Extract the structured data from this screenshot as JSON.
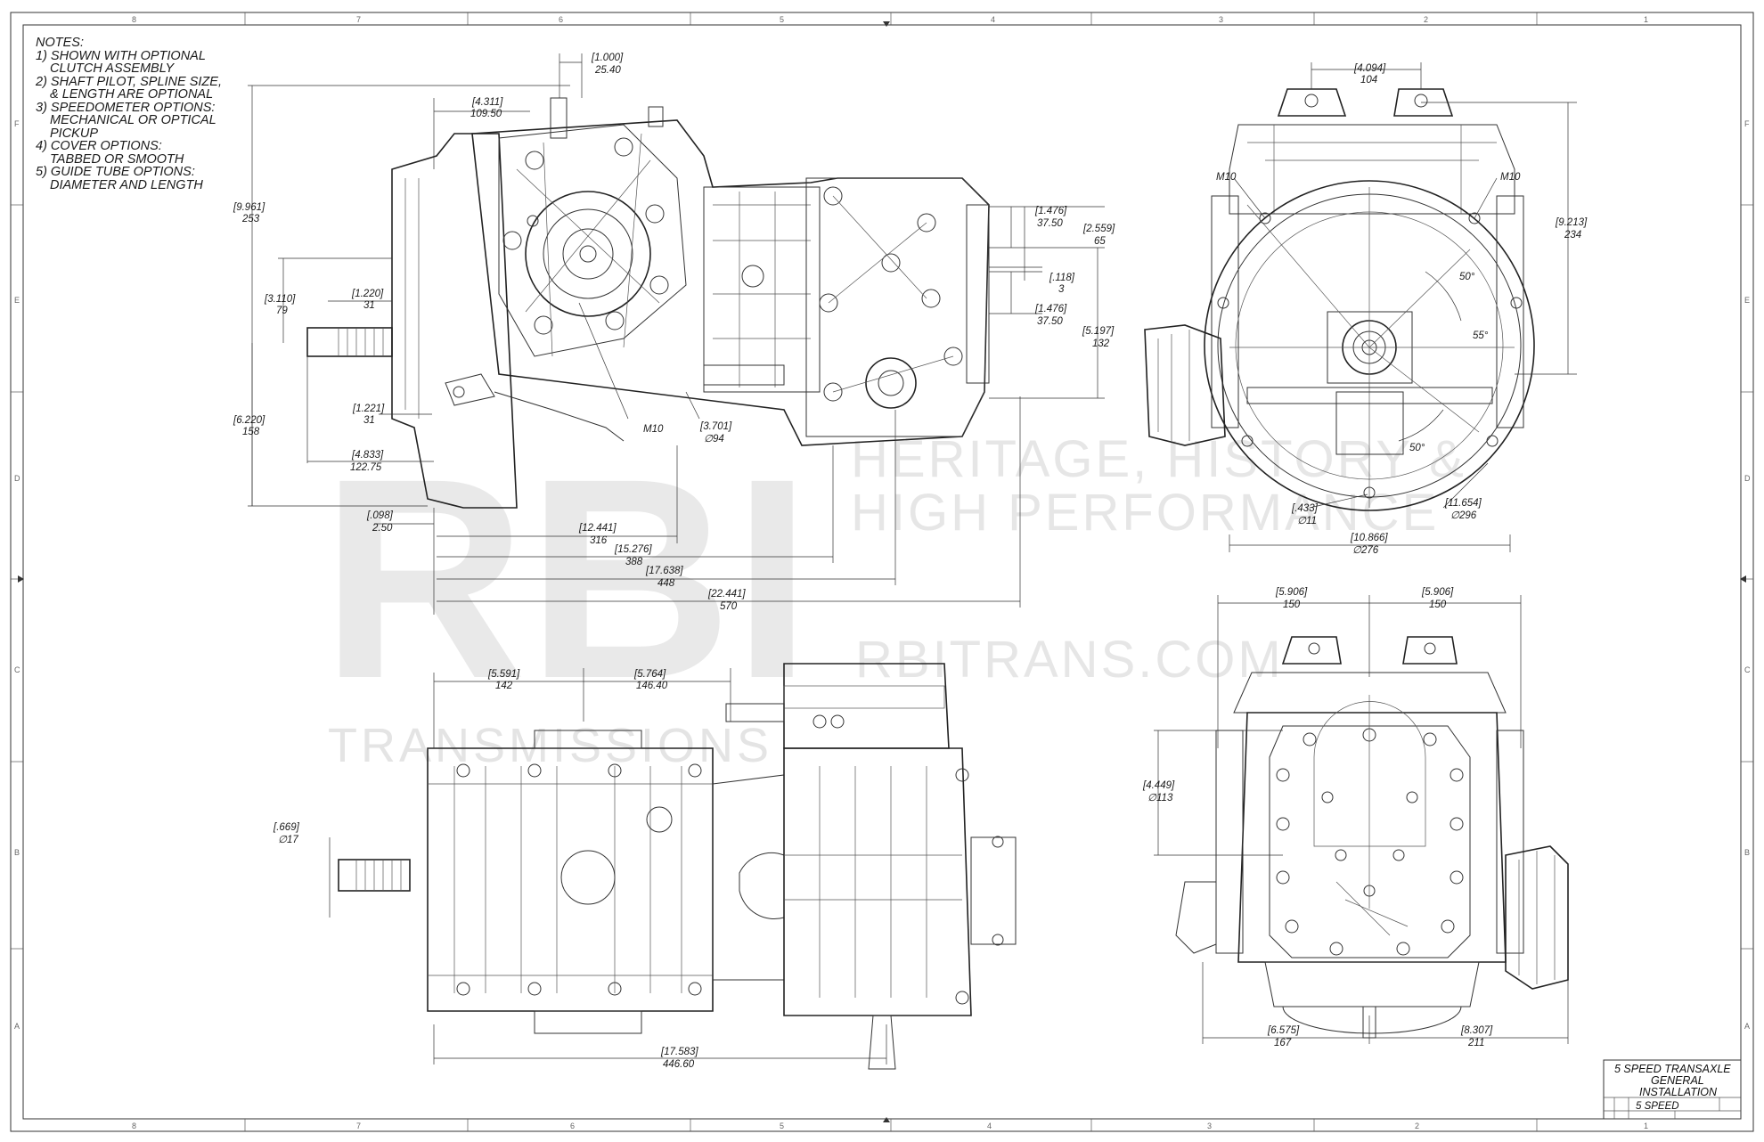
{
  "notes": [
    "NOTES:",
    "1) SHOWN WITH OPTIONAL",
    "CLUTCH ASSEMBLY",
    "2) SHAFT PILOT, SPLINE SIZE,",
    "& LENGTH ARE OPTIONAL",
    "3) SPEEDOMETER OPTIONS:",
    "MECHANICAL OR OPTICAL",
    "PICKUP",
    "4) COVER OPTIONS:",
    "TABBED OR SMOOTH",
    "5) GUIDE TUBE OPTIONS:",
    "DIAMETER AND LENGTH"
  ],
  "watermark": {
    "logo": "RBI",
    "logo_sub": "TRANSMISSIONS",
    "tagline_1": "HERITAGE, HISTORY &",
    "tagline_2": "HIGH PERFORMANCE",
    "website": "RBITRANS.COM"
  },
  "zones": {
    "cols": [
      "8",
      "7",
      "6",
      "5",
      "4",
      "3",
      "2",
      "1"
    ],
    "rows": [
      "F",
      "E",
      "D",
      "C",
      "B",
      "A"
    ]
  },
  "dims": {
    "d1000_in": "1.000",
    "d1000_mm": "25.40",
    "d4311_in": "4.311",
    "d4311_mm": "109.50",
    "d9961_in": "9.961",
    "d9961_mm": "253",
    "d3110_in": "3.110",
    "d3110_mm": "79",
    "d1220_in": "1.220",
    "d1220_mm": "31",
    "d6220_in": "6.220",
    "d6220_mm": "158",
    "d1221_in": "1.221",
    "d1221_mm": "31",
    "d4833_in": "4.833",
    "d4833_mm": "122.75",
    "d098_in": ".098",
    "d098_mm": "2.50",
    "d12441_in": "12.441",
    "d12441_mm": "316",
    "d15276_in": "15.276",
    "d15276_mm": "388",
    "d17638_in": "17.638",
    "d17638_mm": "448",
    "d22441_in": "22.441",
    "d22441_mm": "570",
    "m10_a": "M10",
    "d3701_in": "3.701",
    "d3701_mm": "∅94",
    "d1476a_in": "1.476",
    "d1476a_mm": "37.50",
    "d2559_in": "2.559",
    "d2559_mm": "65",
    "d118_in": ".118",
    "d118_mm": "3",
    "d1476b_in": "1.476",
    "d1476b_mm": "37.50",
    "d5197_in": "5.197",
    "d5197_mm": "132",
    "d4094_in": "4.094",
    "d4094_mm": "104",
    "m10_b": "M10",
    "m10_c": "M10",
    "d9213_in": "9.213",
    "d9213_mm": "234",
    "ang50a": "50°",
    "ang55": "55°",
    "ang50b": "50°",
    "d433_in": ".433",
    "d433_mm": "∅11",
    "d11654_in": "11.654",
    "d11654_mm": "∅296",
    "d10866_in": "10.866",
    "d10866_mm": "∅276",
    "d5591_in": "5.591",
    "d5591_mm": "142",
    "d5764_in": "5.764",
    "d5764_mm": "146.40",
    "d669_in": ".669",
    "d669_mm": "∅17",
    "d17583_in": "17.583",
    "d17583_mm": "446.60",
    "d5906a_in": "5.906",
    "d5906a_mm": "150",
    "d5906b_in": "5.906",
    "d5906b_mm": "150",
    "d4449_in": "4.449",
    "d4449_mm": "∅113",
    "d6575_in": "6.575",
    "d6575_mm": "167",
    "d8307_in": "8.307",
    "d8307_mm": "211"
  },
  "title_block": {
    "title_1": "5 SPEED TRANSAXLE",
    "title_2": "GENERAL",
    "title_3": "INSTALLATION",
    "part": "5 SPEED"
  }
}
